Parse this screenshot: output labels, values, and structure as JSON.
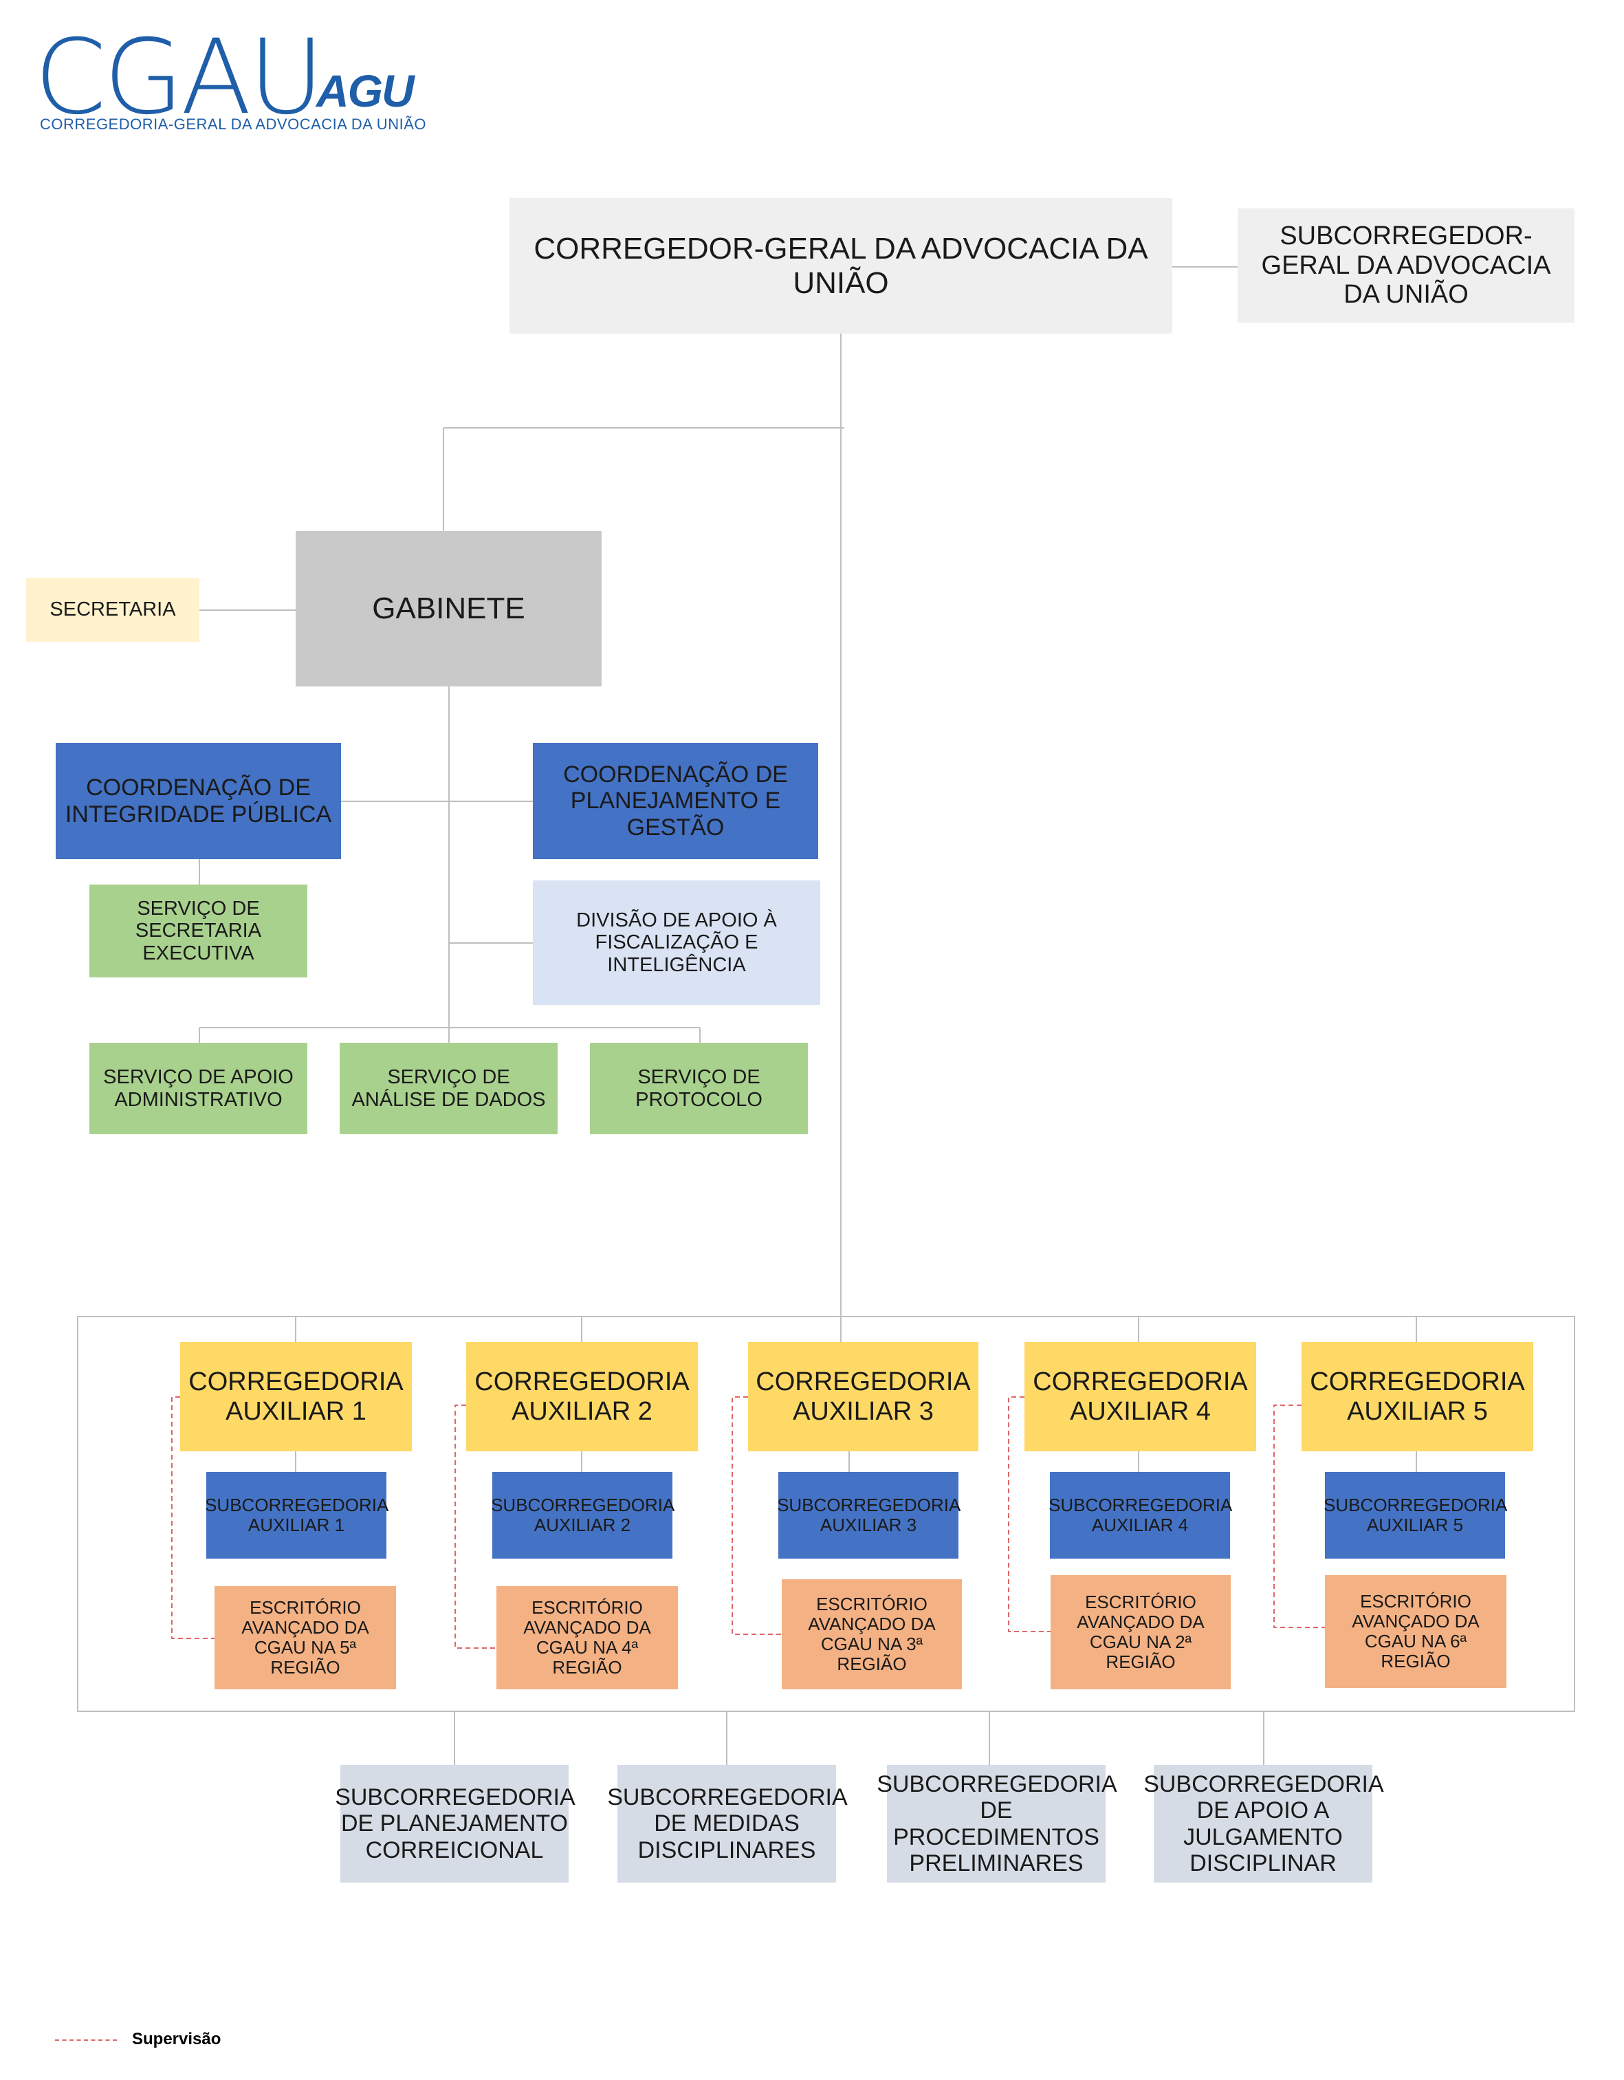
{
  "logo": {
    "text": "CGAU",
    "agu": "AGU",
    "subtitle": "CORREGEDORIA-GERAL DA ADVOCACIA DA UNIÃO"
  },
  "org": {
    "corregedor": "CORREGEDOR-GERAL DA ADVOCACIA DA UNIÃO",
    "subcorregedor": "SUBCORREGEDOR-GERAL DA ADVOCACIA DA UNIÃO",
    "secretaria": "SECRETARIA",
    "gabinete": "GABINETE",
    "coord_integridade": "COORDENAÇÃO DE INTEGRIDADE PÚBLICA",
    "coord_planejamento": "COORDENAÇÃO DE PLANEJAMENTO E GESTÃO",
    "servico_secretaria": "SERVIÇO DE SECRETARIA EXECUTIVA",
    "divisao_apoio": "DIVISÃO DE APOIO À FISCALIZAÇÃO E INTELIGÊNCIA",
    "servico_apoio_adm": "SERVIÇO DE APOIO ADMINISTRATIVO",
    "servico_analise": "SERVIÇO DE ANÁLISE DE DADOS",
    "servico_protocolo": "SERVIÇO DE PROTOCOLO",
    "auxiliares": [
      {
        "corregedoria": "CORREGEDORIA AUXILIAR 1",
        "subcorregedoria": "SUBCORREGEDORIA AUXILIAR 1",
        "escritorio": "ESCRITÓRIO AVANÇADO DA CGAU  NA 5ª REGIÃO"
      },
      {
        "corregedoria": "CORREGEDORIA AUXILIAR 2",
        "subcorregedoria": "SUBCORREGEDORIA AUXILIAR 2",
        "escritorio": "ESCRITÓRIO AVANÇADO DA CGAU  NA 4ª REGIÃO"
      },
      {
        "corregedoria": "CORREGEDORIA AUXILIAR 3",
        "subcorregedoria": "SUBCORREGEDORIA AUXILIAR 3",
        "escritorio": "ESCRITÓRIO AVANÇADO DA CGAU NA 3ª REGIÃO"
      },
      {
        "corregedoria": "CORREGEDORIA AUXILIAR 4",
        "subcorregedoria": "SUBCORREGEDORIA AUXILIAR 4",
        "escritorio": "ESCRITÓRIO AVANÇADO DA CGAU NA 2ª REGIÃO"
      },
      {
        "corregedoria": "CORREGEDORIA AUXILIAR 5",
        "subcorregedoria": "SUBCORREGEDORIA AUXILIAR 5",
        "escritorio": "ESCRITÓRIO AVANÇADO DA CGAU NA 6ª REGIÃO"
      }
    ],
    "sub_planejamento": "SUBCORREGEDORIA DE PLANEJAMENTO CORREICIONAL",
    "sub_medidas": "SUBCORREGEDORIA DE MEDIDAS DISCIPLINARES",
    "sub_procedimentos": "SUBCORREGEDORIA DE PROCEDIMENTOS PRELIMINARES",
    "sub_apoio": "SUBCORREGEDORIA DE APOIO A JULGAMENTO DISCIPLINAR"
  },
  "legend": {
    "supervisao": "Supervisão"
  },
  "colors": {
    "brand_blue": "#1f5ea8",
    "box_blue": "#4472c4",
    "box_green": "#a9d18e",
    "box_yellow": "#ffd966",
    "box_orange": "#f4b183",
    "supervision_line": "#e06666"
  }
}
